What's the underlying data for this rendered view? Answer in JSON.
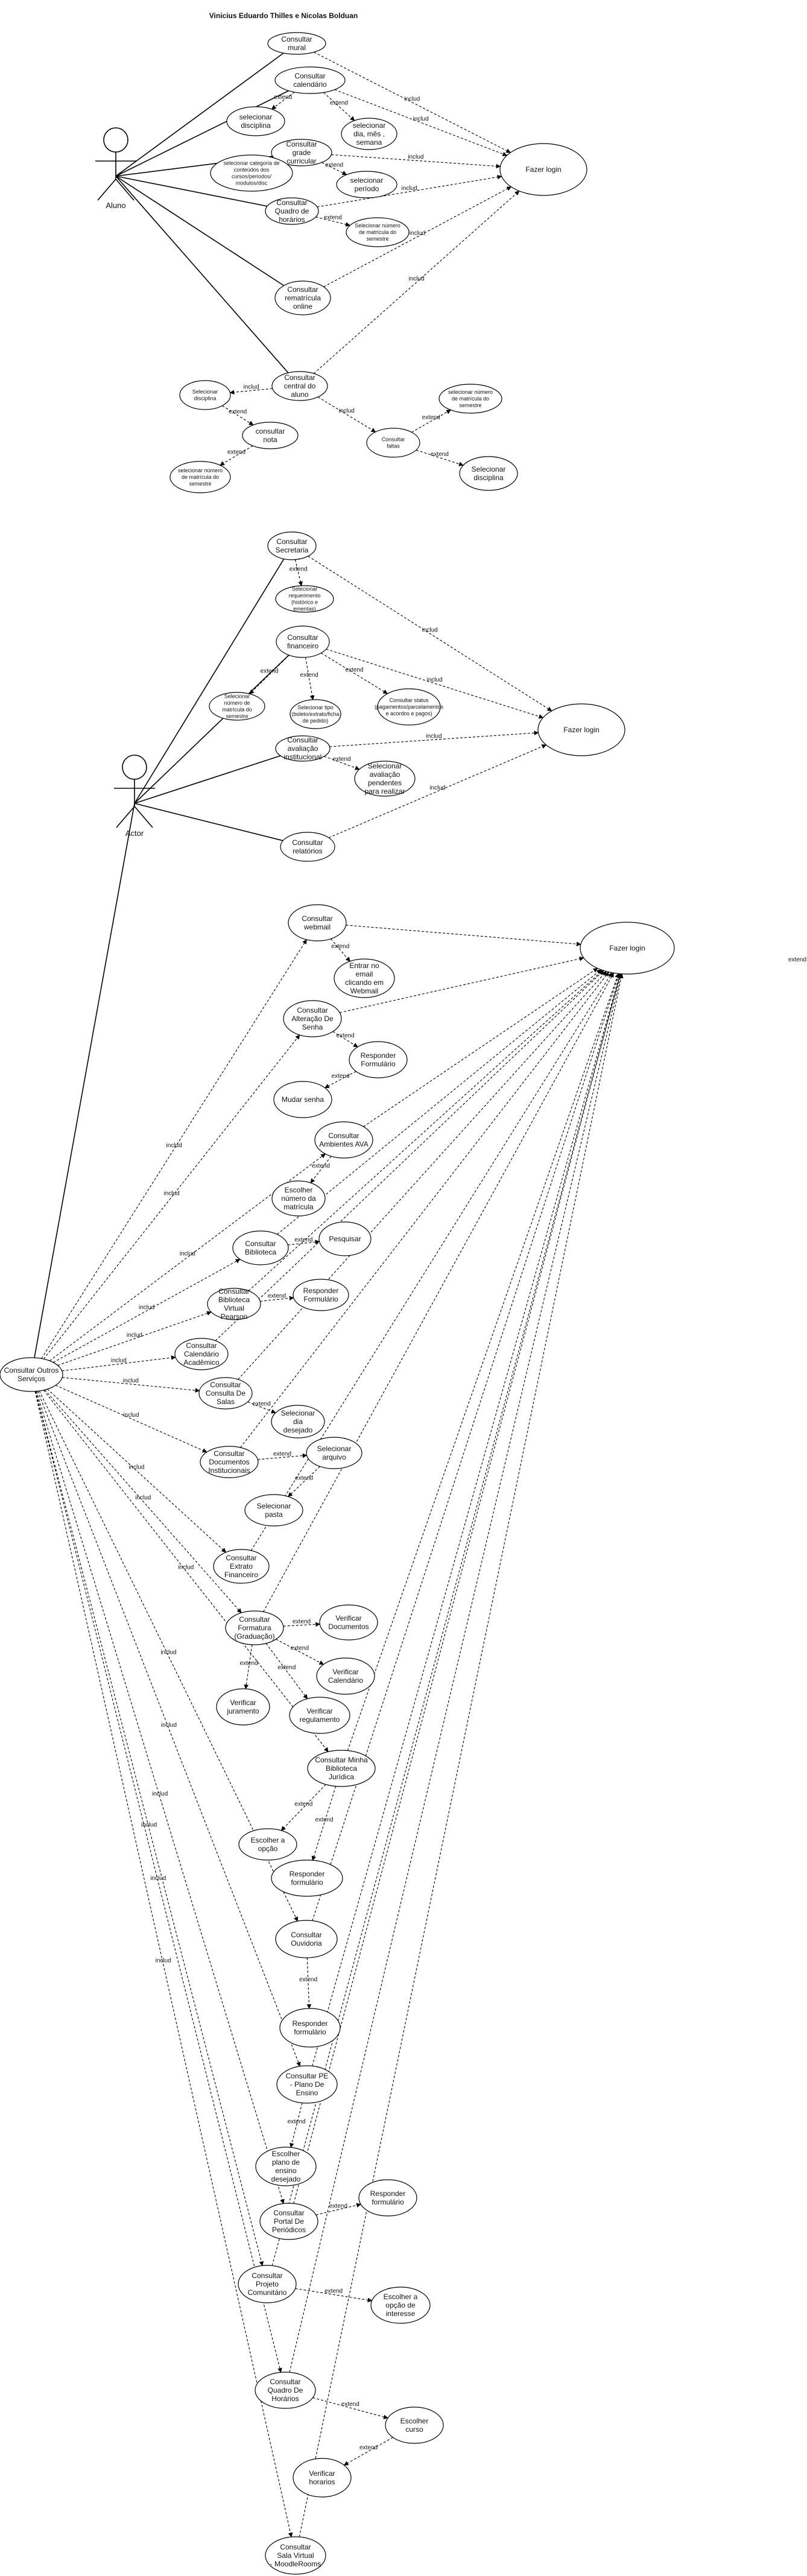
{
  "title": "Vinicius Eduardo Thilles e Nicolas Bolduan",
  "stray_label": "extend",
  "actors": [
    {
      "id": "a1",
      "name": "Aluno"
    },
    {
      "id": "a2",
      "name": "Actor"
    },
    {
      "id": "a3",
      "name": "Consultar Outros Serviços"
    }
  ],
  "use_cases": [
    {
      "id": "u1",
      "label": "Consultar mural"
    },
    {
      "id": "u2",
      "label": "Consultar calendário"
    },
    {
      "id": "u3",
      "label": "selecionar disciplina"
    },
    {
      "id": "u4",
      "label": "selecionar dia, mês , semana"
    },
    {
      "id": "u5",
      "label": "Consultar grade curricular"
    },
    {
      "id": "u6",
      "label": "selecionar categoria de conteúdos dos cursos/periodos/ modulos/disc"
    },
    {
      "id": "u7",
      "label": "selecionar período"
    },
    {
      "id": "u8",
      "label": "Consultar Quadro de horários"
    },
    {
      "id": "u9",
      "label": "Selecionar número de matrícula do semestre"
    },
    {
      "id": "u10",
      "label": "Consultar rematrícula online"
    },
    {
      "id": "u11",
      "label": "Fazer login"
    },
    {
      "id": "u12",
      "label": "Consultar central do aluno"
    },
    {
      "id": "u13",
      "label": "Selecionar disciplina"
    },
    {
      "id": "u14",
      "label": "consultar nota"
    },
    {
      "id": "u15",
      "label": "selecionar número de matrícula do semestre"
    },
    {
      "id": "u16",
      "label": "Consultar faltas"
    },
    {
      "id": "u17",
      "label": "selecionar número de matrícula do semestre"
    },
    {
      "id": "u18",
      "label": "Selecionar disciplina"
    },
    {
      "id": "u19",
      "label": "Consultar Secretaria"
    },
    {
      "id": "u20",
      "label": "Selecionar requerimento (histórico e ementas)"
    },
    {
      "id": "u21",
      "label": "Consultar financeiro"
    },
    {
      "id": "u22",
      "label": "Selecionar número de matrícula do semestre"
    },
    {
      "id": "u23",
      "label": "Selecionar tipo (boleto/extrato/ficha de pedido)"
    },
    {
      "id": "u24",
      "label": "Consultar status (pagamentos/parcelamentos e acordos e pagos)"
    },
    {
      "id": "u25",
      "label": "Fazer login"
    },
    {
      "id": "u26",
      "label": "Consultar avaliação institucional"
    },
    {
      "id": "u27",
      "label": "Selecionar avaliação pendentes para realizar"
    },
    {
      "id": "u28",
      "label": "Consultar relatórios"
    },
    {
      "id": "u29",
      "label": "Consultar webmail"
    },
    {
      "id": "u30",
      "label": "Fazer login"
    },
    {
      "id": "u31",
      "label": "Entrar no email clicando em Webmail"
    },
    {
      "id": "u32",
      "label": "Consultar Alteração De Senha"
    },
    {
      "id": "u33",
      "label": "Responder Formulário"
    },
    {
      "id": "u34",
      "label": "Mudar senha"
    },
    {
      "id": "u35",
      "label": "Consultar Ambientes AVA"
    },
    {
      "id": "u36",
      "label": "Escolher número da matrícula"
    },
    {
      "id": "u37",
      "label": "Consultar Biblioteca"
    },
    {
      "id": "u38",
      "label": "Pesquisar"
    },
    {
      "id": "u39",
      "label": "Consultar Biblioteca Virtual Pearson"
    },
    {
      "id": "u40",
      "label": "Responder Formulário"
    },
    {
      "id": "u41",
      "label": "Consultar Calendário Acadêmico"
    },
    {
      "id": "u42",
      "label": "Consultar Consulta De Salas"
    },
    {
      "id": "u43",
      "label": "Selecionar dia desejado"
    },
    {
      "id": "u44",
      "label": "Consultar Documentos Institucionais"
    },
    {
      "id": "u45",
      "label": "Selecionar arquivo"
    },
    {
      "id": "u46",
      "label": "Selecionar pasta"
    },
    {
      "id": "u47",
      "label": "Consultar Extrato Financeiro"
    },
    {
      "id": "u48",
      "label": "Consultar Formatura (Graduação)"
    },
    {
      "id": "u49",
      "label": "Verificar Documentos"
    },
    {
      "id": "u50",
      "label": "Verificar Calendário"
    },
    {
      "id": "u51",
      "label": "Verificar juramento"
    },
    {
      "id": "u52",
      "label": "Verificar regulamento"
    },
    {
      "id": "u53",
      "label": "Consultar Minha Biblioteca Jurídica"
    },
    {
      "id": "u54",
      "label": "Escolher a opção"
    },
    {
      "id": "u55",
      "label": "Responder formulário"
    },
    {
      "id": "u56",
      "label": "Consultar Ouvidoria"
    },
    {
      "id": "u57",
      "label": "Responder formulário"
    },
    {
      "id": "u58",
      "label": "Consultar PE - Plano De Ensino"
    },
    {
      "id": "u59",
      "label": "Escolher plano de ensino desejado"
    },
    {
      "id": "u60",
      "label": "Consultar Portal De Periódicos"
    },
    {
      "id": "u61",
      "label": "Responder formulário"
    },
    {
      "id": "u62",
      "label": "Consultar Projeto Comunitário"
    },
    {
      "id": "u63",
      "label": "Escolher a opção de interesse"
    },
    {
      "id": "u64",
      "label": "Consultar Quadro De Horários"
    },
    {
      "id": "u65",
      "label": "Escolher curso"
    },
    {
      "id": "u66",
      "label": "Verificar horarios"
    },
    {
      "id": "u67",
      "label": "Consultar Sala Virtual - MoodleRooms"
    }
  ],
  "relations": [
    {
      "from": "a1",
      "to": "u1",
      "kind": "association",
      "label": ""
    },
    {
      "from": "a1",
      "to": "u2",
      "kind": "association",
      "label": ""
    },
    {
      "from": "a1",
      "to": "u5",
      "kind": "association",
      "label": ""
    },
    {
      "from": "a1",
      "to": "u8",
      "kind": "association",
      "label": ""
    },
    {
      "from": "a1",
      "to": "u10",
      "kind": "association",
      "label": ""
    },
    {
      "from": "a1",
      "to": "u12",
      "kind": "association",
      "label": ""
    },
    {
      "from": "u1",
      "to": "u11",
      "kind": "dashed",
      "label": "includ"
    },
    {
      "from": "u2",
      "to": "u11",
      "kind": "dashed",
      "label": "includ"
    },
    {
      "from": "u2",
      "to": "u3",
      "kind": "dashed",
      "label": "extend"
    },
    {
      "from": "u2",
      "to": "u4",
      "kind": "dashed",
      "label": "extend"
    },
    {
      "from": "u5",
      "to": "u11",
      "kind": "dashed",
      "label": "includ"
    },
    {
      "from": "u5",
      "to": "u6",
      "kind": "dashed",
      "label": "extend"
    },
    {
      "from": "u5",
      "to": "u7",
      "kind": "dashed",
      "label": "extend"
    },
    {
      "from": "u8",
      "to": "u11",
      "kind": "dashed",
      "label": "includ"
    },
    {
      "from": "u8",
      "to": "u9",
      "kind": "dashed",
      "label": "extend"
    },
    {
      "from": "u10",
      "to": "u11",
      "kind": "dashed",
      "label": "includ"
    },
    {
      "from": "u12",
      "to": "u11",
      "kind": "dashed",
      "label": "includ"
    },
    {
      "from": "u12",
      "to": "u13",
      "kind": "dashed",
      "label": "includ"
    },
    {
      "from": "u12",
      "to": "u16",
      "kind": "dashed",
      "label": "includ"
    },
    {
      "from": "u13",
      "to": "u14",
      "kind": "dashed",
      "label": "extend"
    },
    {
      "from": "u14",
      "to": "u15",
      "kind": "dashed",
      "label": "extend"
    },
    {
      "from": "u16",
      "to": "u17",
      "kind": "dashed",
      "label": "extend"
    },
    {
      "from": "u16",
      "to": "u18",
      "kind": "dashed",
      "label": "extend"
    },
    {
      "from": "a2",
      "to": "u19",
      "kind": "association",
      "label": ""
    },
    {
      "from": "a2",
      "to": "u21",
      "kind": "association",
      "label": ""
    },
    {
      "from": "a2",
      "to": "u26",
      "kind": "association",
      "label": ""
    },
    {
      "from": "a2",
      "to": "u28",
      "kind": "association",
      "label": ""
    },
    {
      "from": "a2",
      "to": "a3",
      "kind": "association",
      "label": ""
    },
    {
      "from": "u19",
      "to": "u25",
      "kind": "dashed",
      "label": "includ"
    },
    {
      "from": "u19",
      "to": "u20",
      "kind": "dashed",
      "label": "extend"
    },
    {
      "from": "u21",
      "to": "u25",
      "kind": "dashed",
      "label": "includ"
    },
    {
      "from": "u21",
      "to": "u22",
      "kind": "dashed",
      "label": "extend"
    },
    {
      "from": "u21",
      "to": "u23",
      "kind": "dashed",
      "label": "extend"
    },
    {
      "from": "u21",
      "to": "u24",
      "kind": "dashed",
      "label": "extend"
    },
    {
      "from": "u26",
      "to": "u25",
      "kind": "dashed",
      "label": "includ"
    },
    {
      "from": "u26",
      "to": "u27",
      "kind": "dashed",
      "label": "extend"
    },
    {
      "from": "u28",
      "to": "u25",
      "kind": "dashed",
      "label": "includ"
    },
    {
      "from": "a3",
      "to": "u29",
      "kind": "dashed",
      "label": "includ"
    },
    {
      "from": "a3",
      "to": "u32",
      "kind": "dashed",
      "label": "includ"
    },
    {
      "from": "a3",
      "to": "u35",
      "kind": "dashed",
      "label": "includ"
    },
    {
      "from": "a3",
      "to": "u37",
      "kind": "dashed",
      "label": "includ"
    },
    {
      "from": "a3",
      "to": "u39",
      "kind": "dashed",
      "label": "includ"
    },
    {
      "from": "a3",
      "to": "u41",
      "kind": "dashed",
      "label": "includ"
    },
    {
      "from": "a3",
      "to": "u42",
      "kind": "dashed",
      "label": "includ"
    },
    {
      "from": "a3",
      "to": "u44",
      "kind": "dashed",
      "label": "includ"
    },
    {
      "from": "a3",
      "to": "u47",
      "kind": "dashed",
      "label": "includ"
    },
    {
      "from": "a3",
      "to": "u48",
      "kind": "dashed",
      "label": "includ"
    },
    {
      "from": "a3",
      "to": "u53",
      "kind": "dashed",
      "label": "includ"
    },
    {
      "from": "a3",
      "to": "u56",
      "kind": "dashed",
      "label": "includ"
    },
    {
      "from": "a3",
      "to": "u58",
      "kind": "dashed",
      "label": "includ"
    },
    {
      "from": "a3",
      "to": "u60",
      "kind": "dashed",
      "label": "includ"
    },
    {
      "from": "a3",
      "to": "u62",
      "kind": "dashed",
      "label": "includ"
    },
    {
      "from": "a3",
      "to": "u64",
      "kind": "dashed",
      "label": "includ"
    },
    {
      "from": "a3",
      "to": "u67",
      "kind": "dashed",
      "label": "includ"
    },
    {
      "from": "u29",
      "to": "u30",
      "kind": "dashed",
      "label": ""
    },
    {
      "from": "u29",
      "to": "u31",
      "kind": "dashed",
      "label": "extend"
    },
    {
      "from": "u32",
      "to": "u30",
      "kind": "dashed",
      "label": ""
    },
    {
      "from": "u32",
      "to": "u33",
      "kind": "dashed",
      "label": "extend"
    },
    {
      "from": "u33",
      "to": "u34",
      "kind": "dashed",
      "label": "extend"
    },
    {
      "from": "u35",
      "to": "u30",
      "kind": "dashed",
      "label": ""
    },
    {
      "from": "u35",
      "to": "u36",
      "kind": "dashed",
      "label": "extend"
    },
    {
      "from": "u37",
      "to": "u30",
      "kind": "dashed",
      "label": ""
    },
    {
      "from": "u37",
      "to": "u38",
      "kind": "dashed",
      "label": "extend"
    },
    {
      "from": "u39",
      "to": "u30",
      "kind": "dashed",
      "label": ""
    },
    {
      "from": "u39",
      "to": "u40",
      "kind": "dashed",
      "label": "extend"
    },
    {
      "from": "u41",
      "to": "u30",
      "kind": "dashed",
      "label": ""
    },
    {
      "from": "u42",
      "to": "u30",
      "kind": "dashed",
      "label": ""
    },
    {
      "from": "u42",
      "to": "u43",
      "kind": "dashed",
      "label": "extend"
    },
    {
      "from": "u44",
      "to": "u30",
      "kind": "dashed",
      "label": ""
    },
    {
      "from": "u44",
      "to": "u45",
      "kind": "dashed",
      "label": "extend"
    },
    {
      "from": "u45",
      "to": "u46",
      "kind": "dashed",
      "label": "extend"
    },
    {
      "from": "u47",
      "to": "u30",
      "kind": "dashed",
      "label": ""
    },
    {
      "from": "u48",
      "to": "u30",
      "kind": "dashed",
      "label": ""
    },
    {
      "from": "u48",
      "to": "u49",
      "kind": "dashed",
      "label": "extend"
    },
    {
      "from": "u48",
      "to": "u50",
      "kind": "dashed",
      "label": "extend"
    },
    {
      "from": "u48",
      "to": "u51",
      "kind": "dashed",
      "label": "extend"
    },
    {
      "from": "u48",
      "to": "u52",
      "kind": "dashed",
      "label": "extend"
    },
    {
      "from": "u53",
      "to": "u30",
      "kind": "dashed",
      "label": ""
    },
    {
      "from": "u53",
      "to": "u54",
      "kind": "dashed",
      "label": "extend"
    },
    {
      "from": "u53",
      "to": "u55",
      "kind": "dashed",
      "label": "extend"
    },
    {
      "from": "u56",
      "to": "u30",
      "kind": "dashed",
      "label": ""
    },
    {
      "from": "u56",
      "to": "u57",
      "kind": "dashed",
      "label": "extend"
    },
    {
      "from": "u58",
      "to": "u30",
      "kind": "dashed",
      "label": ""
    },
    {
      "from": "u58",
      "to": "u59",
      "kind": "dashed",
      "label": "extend"
    },
    {
      "from": "u60",
      "to": "u30",
      "kind": "dashed",
      "label": ""
    },
    {
      "from": "u60",
      "to": "u61",
      "kind": "dashed",
      "label": "extend"
    },
    {
      "from": "u62",
      "to": "u30",
      "kind": "dashed",
      "label": ""
    },
    {
      "from": "u62",
      "to": "u63",
      "kind": "dashed",
      "label": "extend"
    },
    {
      "from": "u64",
      "to": "u30",
      "kind": "dashed",
      "label": ""
    },
    {
      "from": "u64",
      "to": "u65",
      "kind": "dashed",
      "label": "extend"
    },
    {
      "from": "u65",
      "to": "u66",
      "kind": "dashed",
      "label": "extend"
    },
    {
      "from": "u67",
      "to": "u30",
      "kind": "dashed",
      "label": ""
    }
  ]
}
